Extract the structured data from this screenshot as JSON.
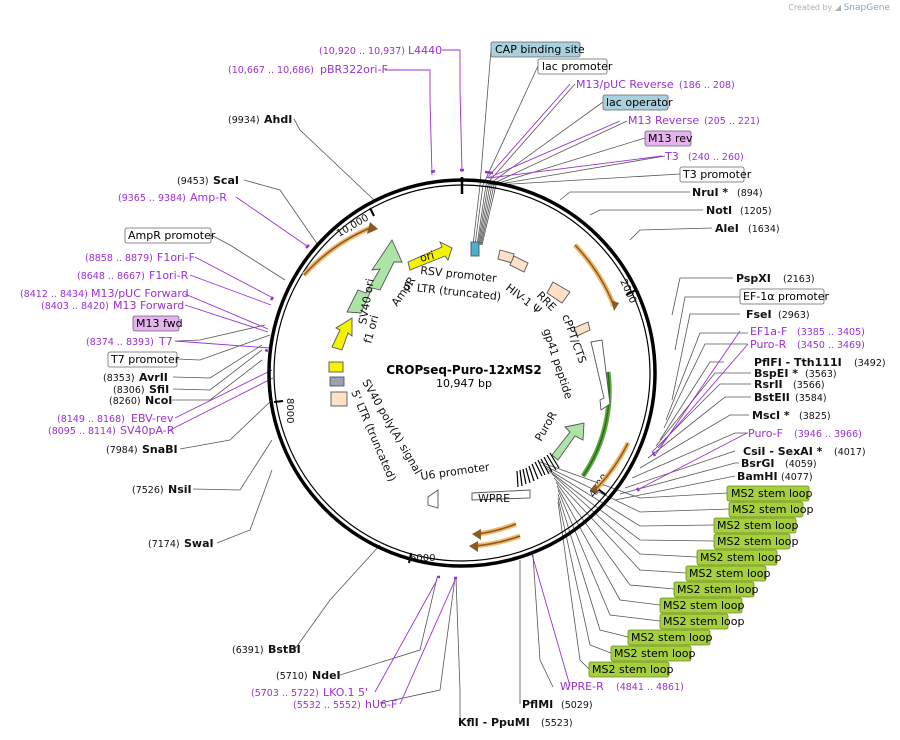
{
  "credit": {
    "prefix": "Created by",
    "brand": "SnapGene"
  },
  "plasmid": {
    "name": "CROPseq-Puro-12xMS2",
    "length": "10,947 bp"
  },
  "ticks": [
    "2000",
    "4000",
    "6000",
    "8000",
    "10,000"
  ],
  "boxed_labels": [
    {
      "id": "cap",
      "text": "CAP binding site",
      "fill": "#a9d1dd"
    },
    {
      "id": "lacprom",
      "text": "lac promoter",
      "fill": "#ffffff"
    },
    {
      "id": "lacop",
      "text": "lac operator",
      "fill": "#a9d1dd"
    },
    {
      "id": "m13rev",
      "text": "M13 rev",
      "fill": "#e6b3f0"
    },
    {
      "id": "t3prom",
      "text": "T3 promoter",
      "fill": "#ffffff"
    },
    {
      "id": "ef1a",
      "text": "EF-1α promoter",
      "fill": "#ffffff"
    },
    {
      "id": "ms2_1",
      "text": "MS2 stem loop",
      "fill": "#a6cf3f"
    },
    {
      "id": "ms2_2",
      "text": "MS2 stem loop",
      "fill": "#a6cf3f"
    },
    {
      "id": "ms2_3",
      "text": "MS2 stem loop",
      "fill": "#a6cf3f"
    },
    {
      "id": "ms2_4",
      "text": "MS2 stem loop",
      "fill": "#a6cf3f"
    },
    {
      "id": "ms2_5",
      "text": "MS2 stem loop",
      "fill": "#a6cf3f"
    },
    {
      "id": "ms2_6",
      "text": "MS2 stem loop",
      "fill": "#a6cf3f"
    },
    {
      "id": "ms2_7",
      "text": "MS2 stem loop",
      "fill": "#a6cf3f"
    },
    {
      "id": "ms2_8",
      "text": "MS2 stem loop",
      "fill": "#a6cf3f"
    },
    {
      "id": "ms2_9",
      "text": "MS2 stem loop",
      "fill": "#a6cf3f"
    },
    {
      "id": "ms2_10",
      "text": "MS2 stem loop",
      "fill": "#a6cf3f"
    },
    {
      "id": "ms2_11",
      "text": "MS2 stem loop",
      "fill": "#a6cf3f"
    },
    {
      "id": "ms2_12",
      "text": "MS2 stem loop",
      "fill": "#a6cf3f"
    },
    {
      "id": "ampr_prom",
      "text": "AmpR promoter",
      "fill": "#ffffff"
    },
    {
      "id": "m13fwd",
      "text": "M13 fwd",
      "fill": "#e6b3f0"
    },
    {
      "id": "t7prom",
      "text": "T7 promoter",
      "fill": "#ffffff"
    }
  ],
  "enzymes_right": [
    {
      "id": "nrui",
      "name": "NruI *",
      "coord": "(894)"
    },
    {
      "id": "noti",
      "name": "NotI",
      "coord": "(1205)"
    },
    {
      "id": "alei",
      "name": "AleI",
      "coord": "(1634)"
    },
    {
      "id": "pspxi",
      "name": "PspXI",
      "coord": "(2163)"
    },
    {
      "id": "fsei",
      "name": "FseI",
      "coord": "(2963)"
    },
    {
      "id": "pflfi",
      "name": "PflFI  - Tth111I",
      "coord": "(3492)"
    },
    {
      "id": "bspei",
      "name": "BspEI *",
      "coord": "(3563)"
    },
    {
      "id": "rsrii",
      "name": "RsrII",
      "coord": "(3566)"
    },
    {
      "id": "bsteii",
      "name": "BstEII",
      "coord": "(3584)"
    },
    {
      "id": "msci",
      "name": "MscI *",
      "coord": "(3825)"
    },
    {
      "id": "csii",
      "name": "CsiI  - SexAI *",
      "coord": "(4017)"
    },
    {
      "id": "bsrgi",
      "name": "BsrGI",
      "coord": "(4059)"
    },
    {
      "id": "bamhi",
      "name": "BamHI",
      "coord": "(4077)"
    }
  ],
  "enzymes_left": [
    {
      "id": "ahdi",
      "name": "AhdI",
      "coord": "(9934)"
    },
    {
      "id": "scai",
      "name": "ScaI",
      "coord": "(9453)"
    },
    {
      "id": "avrii",
      "name": "AvrII",
      "coord": "(8353)"
    },
    {
      "id": "sfii",
      "name": "SfiI",
      "coord": "(8306)"
    },
    {
      "id": "ncoi",
      "name": "NcoI",
      "coord": "(8260)"
    },
    {
      "id": "snabi",
      "name": "SnaBI",
      "coord": "(7984)"
    },
    {
      "id": "nsii",
      "name": "NsiI",
      "coord": "(7526)"
    },
    {
      "id": "swai",
      "name": "SwaI",
      "coord": "(7174)"
    },
    {
      "id": "bstbi",
      "name": "BstBI",
      "coord": "(6391)"
    },
    {
      "id": "ndei",
      "name": "NdeI",
      "coord": "(5710)"
    }
  ],
  "enzymes_bottom": [
    {
      "id": "pflmi",
      "name": "PflMI",
      "coord": "(5029)"
    },
    {
      "id": "kfli",
      "name": "KflI  - PpuMI",
      "coord": "(5523)"
    }
  ],
  "primers_top_left": [
    {
      "id": "l4440",
      "name": "L4440",
      "coord": "(10,920 .. 10,937)"
    },
    {
      "id": "pbr322",
      "name": "pBR322ori-F",
      "coord": "(10,667 .. 10,686)"
    }
  ],
  "primers_top_right": [
    {
      "id": "m13puc_rev",
      "name": "M13/pUC Reverse",
      "coord": "(186 .. 208)"
    },
    {
      "id": "m13_reverse",
      "name": "M13 Reverse",
      "coord": "(205 .. 221)"
    },
    {
      "id": "t3",
      "name": "T3",
      "coord": "(240 .. 260)"
    }
  ],
  "primers_right": [
    {
      "id": "ef1a_f",
      "name": "EF1a-F",
      "coord": "(3385 .. 3405)"
    },
    {
      "id": "puro_r",
      "name": "Puro-R",
      "coord": "(3450 .. 3469)"
    },
    {
      "id": "puro_f",
      "name": "Puro-F",
      "coord": "(3946 .. 3966)"
    }
  ],
  "primers_left": [
    {
      "id": "ampr",
      "name": "Amp-R",
      "coord": "(9365 .. 9384)"
    },
    {
      "id": "f1ori_f",
      "name": "F1ori-F",
      "coord": "(8858 .. 8879)"
    },
    {
      "id": "f1ori_r",
      "name": "F1ori-R",
      "coord": "(8648 .. 8667)"
    },
    {
      "id": "m13puc_fwd",
      "name": "M13/pUC Forward",
      "coord": "(8412 .. 8434)"
    },
    {
      "id": "m13_forward",
      "name": "M13 Forward",
      "coord": "(8403 .. 8420)"
    },
    {
      "id": "t7",
      "name": "T7",
      "coord": "(8374 .. 8393)"
    },
    {
      "id": "ebv_rev",
      "name": "EBV-rev",
      "coord": "(8149 .. 8168)"
    },
    {
      "id": "sv40pa_r",
      "name": "SV40pA-R",
      "coord": "(8095 .. 8114)"
    }
  ],
  "primers_bottom": [
    {
      "id": "lko1",
      "name": "LKO.1 5'",
      "coord": "(5703 .. 5722)"
    },
    {
      "id": "hu6_f",
      "name": "hU6-F",
      "coord": "(5532 .. 5552)"
    },
    {
      "id": "wpre_r",
      "name": "WPRE-R",
      "coord": "(4841 .. 4861)"
    }
  ],
  "features": {
    "rsv_promoter": "RSV promoter",
    "ltr5": "5' LTR (truncated)",
    "hiv_psi": "HIV-1 Ψ",
    "rre": "RRE",
    "cppt": "cPPT/CTS",
    "gp41": "gp41 peptide",
    "puror": "PuroR",
    "wpre": "WPRE",
    "u6": "U6 promoter",
    "ltr3": "5' LTR (truncated)",
    "sv40polya": "SV40 poly(A) signal",
    "sv40ori": "SV40 ori",
    "f1ori": "f1 ori",
    "ampr": "AmpR",
    "ori": "ori"
  },
  "colors": {
    "primer": "#9b30d0",
    "orange_arrow": "#f2b66b",
    "green_feature": "#aee3a8",
    "yellow_feature": "#f3f300",
    "ms2": "#a6cf3f"
  }
}
